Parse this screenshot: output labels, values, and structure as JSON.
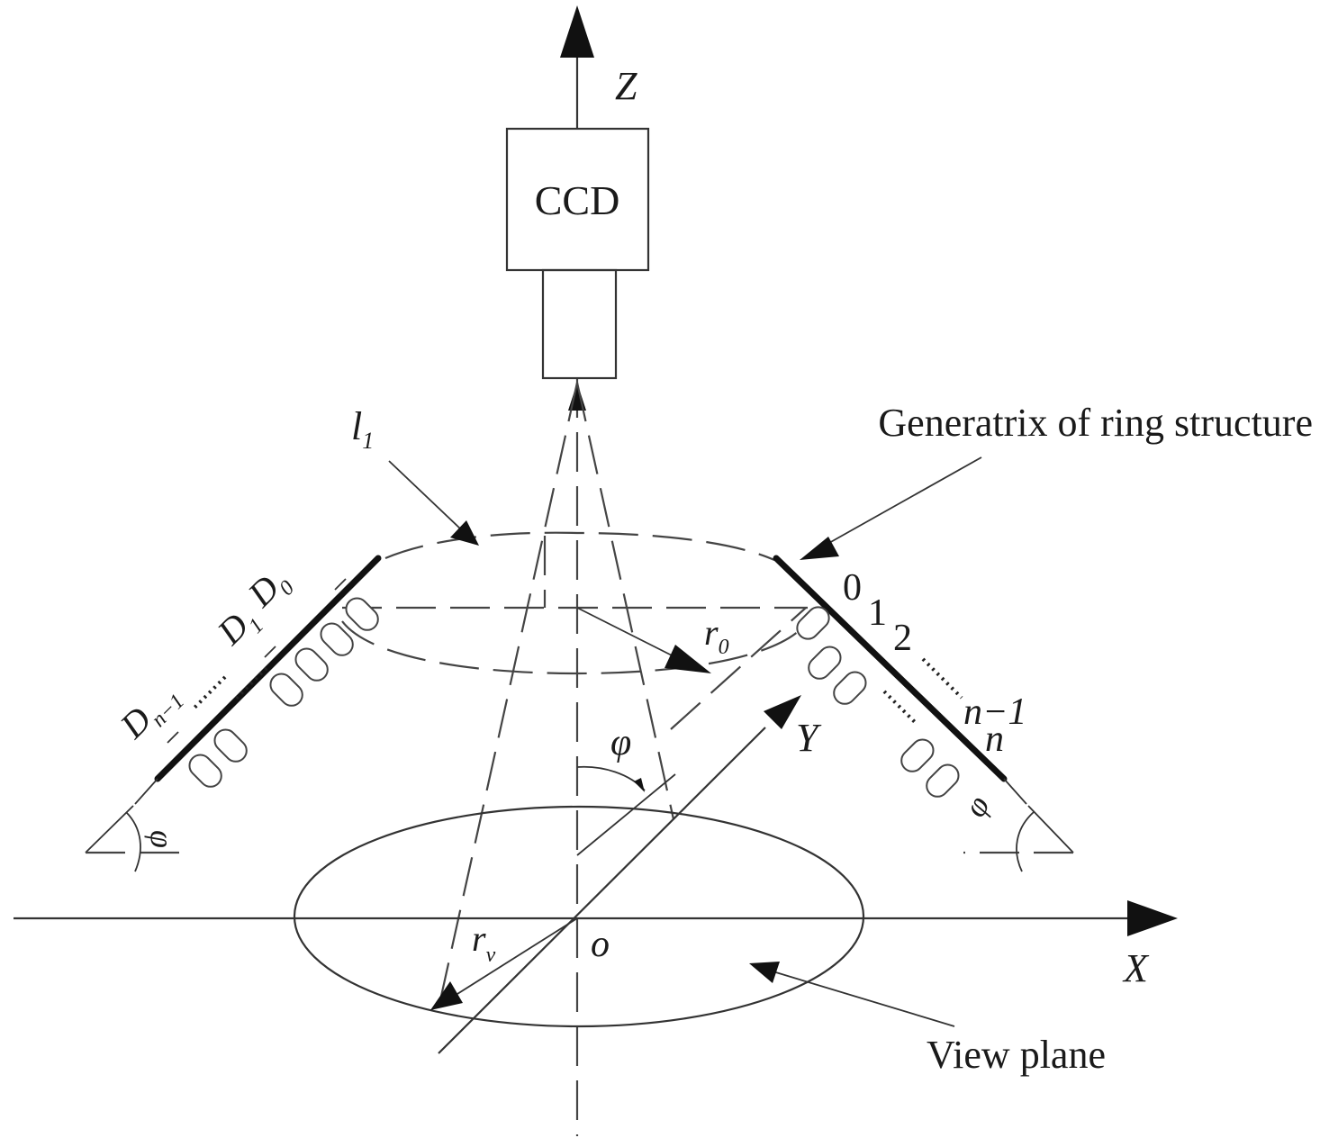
{
  "axes": {
    "z": "Z",
    "x": "X",
    "y": "Y",
    "origin": "o"
  },
  "camera_label": "CCD",
  "labels": {
    "l1_main": "l",
    "l1_sub": "1",
    "generatrix": "Generatrix of ring structure",
    "view_plane": "View plane",
    "r0_main": "r",
    "r0_sub": "0",
    "rv_main": "r",
    "rv_sub": "v",
    "phi": "φ",
    "phi_left": "φ",
    "phi_right": "φ"
  },
  "left_leds": {
    "d0_main": "D",
    "d0_sub": "0",
    "d1_main": "D",
    "d1_sub": "1",
    "dn1_main": "D",
    "dn1_sub": "n−1"
  },
  "right_indices": {
    "i0": "0",
    "i1": "1",
    "i2": "2",
    "in1": "n−1",
    "in": "n"
  }
}
